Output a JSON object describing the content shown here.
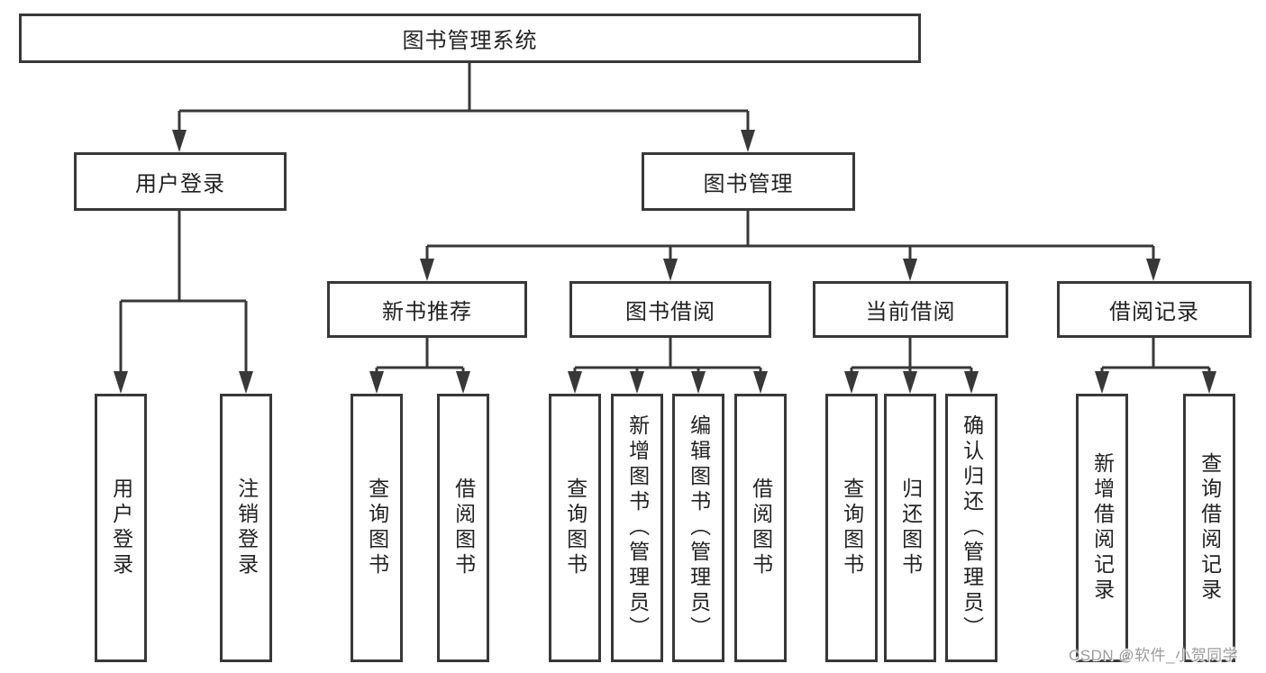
{
  "diagram": {
    "root": {
      "label": "图书管理系统"
    },
    "level2": [
      {
        "label": "用户登录"
      },
      {
        "label": "图书管理"
      }
    ],
    "level3": [
      {
        "label": "新书推荐"
      },
      {
        "label": "图书借阅"
      },
      {
        "label": "当前借阅"
      },
      {
        "label": "借阅记录"
      }
    ],
    "leaves": [
      {
        "label": "用户登录"
      },
      {
        "label": "注销登录"
      },
      {
        "label": "查询图书"
      },
      {
        "label": "借阅图书"
      },
      {
        "label": "查询图书"
      },
      {
        "label": "新增图书（管理员）"
      },
      {
        "label": "编辑图书（管理员）"
      },
      {
        "label": "借阅图书"
      },
      {
        "label": "查询图书"
      },
      {
        "label": "归还图书"
      },
      {
        "label": "确认归还（管理员）"
      },
      {
        "label": "新增借阅记录"
      },
      {
        "label": "查询借阅记录"
      }
    ]
  },
  "watermark": {
    "text": "CSDN @软件_小贺同学"
  },
  "colors": {
    "line": "#383838",
    "text": "#222222",
    "watermark": "#9c9c9c",
    "background": "#ffffff"
  }
}
